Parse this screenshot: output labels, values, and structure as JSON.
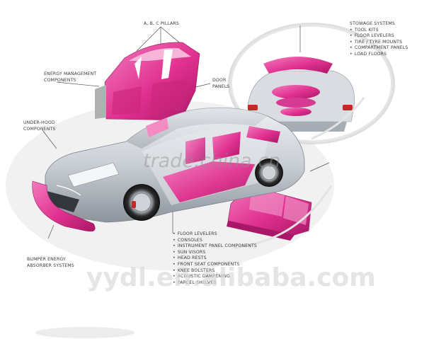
{
  "labels": {
    "pillars": "A, B, C PILLARS",
    "energy_management": [
      "ENERGY MANAGEMENT",
      "COMPONENTS"
    ],
    "door_panels": [
      "DOOR",
      "PANELS"
    ],
    "under_hood": [
      "UNDER-HOOD",
      "COMPONENTS"
    ],
    "bumper": [
      "BUMPER ENERGY",
      "ABSORBER SYSTEMS"
    ],
    "stowage_title": "STOWAGE SYSTEMS",
    "stowage_items": [
      "TOOL KITS",
      "FLOOR LEVELERS",
      "TIRE / TYRE MOUNTS",
      "COMPARTMENT PANELS",
      "LOAD FLOORS"
    ],
    "interior_items": [
      "FLOOR LEVELERS",
      "CONSOLES",
      "INSTRUMENT PANEL COMPONENTS",
      "SUN VISORS",
      "HEAD RESTS",
      "FRONT SEAT COMPONENTS",
      "KNEE BOLSTERS",
      "ACOUSTIC DAMPENING",
      "PARCEL SHELVES"
    ]
  },
  "watermarks": {
    "top": "trade.china.cn",
    "bottom": "yydl.en.alibaba.com"
  },
  "colors": {
    "component_pink": "#e0308f",
    "car_body": "#c8cdd4",
    "leader_line": "#555555"
  }
}
